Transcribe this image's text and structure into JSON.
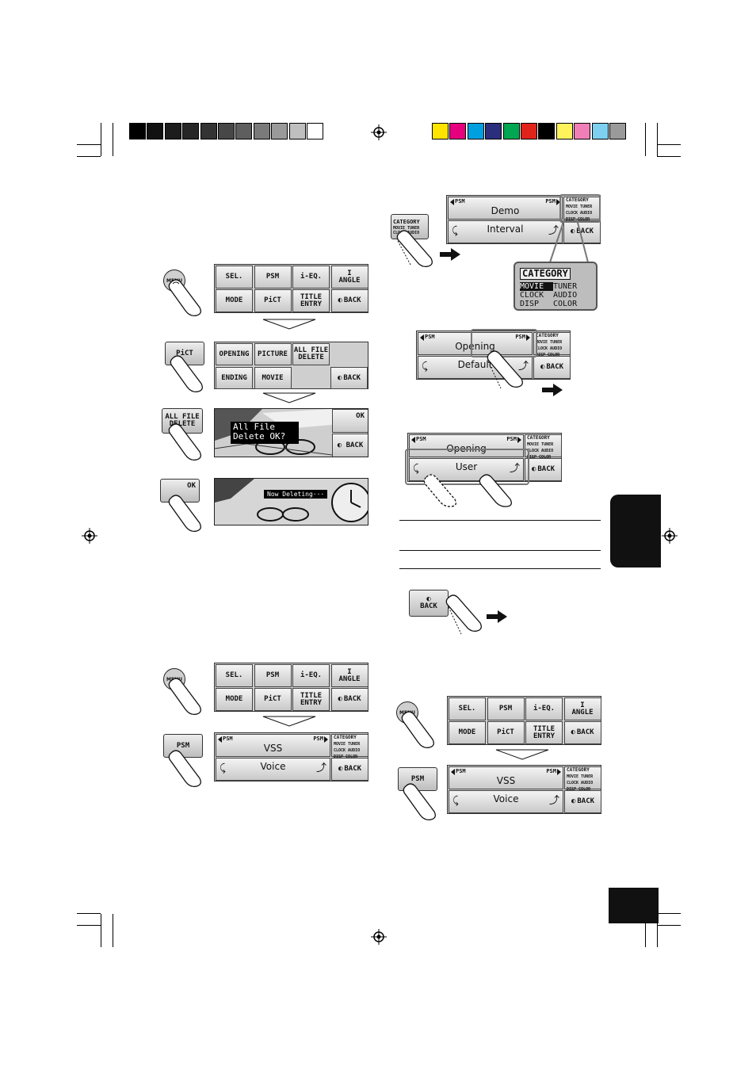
{
  "registration_bars": {
    "gray": [
      "#000000",
      "#111111",
      "#1c1c1c",
      "#262626",
      "#333333",
      "#474747",
      "#5e5e5e",
      "#7a7a7a",
      "#9a9a9a",
      "#bfbfbf",
      "#ffffff"
    ],
    "color": [
      "#ffe400",
      "#e6007e",
      "#00a0e0",
      "#2b2d7d",
      "#00a651",
      "#e2231a",
      "#000000",
      "#fff35c",
      "#f07fb7",
      "#7dd0f0",
      "#9a9a9a"
    ]
  },
  "icons": [
    "finger-press-icon",
    "registration-mark-icon",
    "hollow-arrow-down-icon",
    "solid-arrow-right-icon",
    "back-knob-icon"
  ],
  "buttons": {
    "menu": "MENU",
    "pict": "PiCT",
    "all_file_delete": "ALL FILE\nDELETE",
    "ok": "OK",
    "psm": "PSM",
    "category": "CATEGORY",
    "back": "BACK"
  },
  "menu_screen": {
    "row1": [
      "SEL.",
      "PSM",
      "i-EQ.",
      "ANGLE"
    ],
    "row2": [
      "MODE",
      "PiCT",
      "TITLE\nENTRY",
      "BACK"
    ],
    "angle_marker": "I"
  },
  "pict_screen": {
    "row1": [
      "OPENING",
      "PICTURE",
      "ALL FILE\nDELETE"
    ],
    "row2": [
      "ENDING",
      "MOVIE",
      "BACK"
    ]
  },
  "delete_screen": {
    "message": "All File\nDelete OK?",
    "ok": "OK",
    "back": "BACK"
  },
  "deleting_screen": {
    "message": "Now Deleting···"
  },
  "psm_tag": "PSM",
  "category_mini": {
    "title": "CATEGORY",
    "rows": [
      "MOVIE TUNER",
      "CLOCK AUDIO",
      "DISP  COLOR"
    ]
  },
  "category_zoom": {
    "title": "CATEGORY",
    "items": [
      "MOVIE",
      "TUNER",
      "CLOCK",
      "AUDIO",
      "DISP",
      "COLOR"
    ],
    "selected": "MOVIE"
  },
  "psm_demo_screen": {
    "top": "Demo",
    "bottom": "Interval"
  },
  "psm_opening_screen": {
    "top": "Opening",
    "bottom": "Default"
  },
  "psm_user_screen": {
    "top": "Opening",
    "bottom": "User"
  },
  "psm_vss_screen": {
    "top": "VSS",
    "bottom": "Voice"
  }
}
